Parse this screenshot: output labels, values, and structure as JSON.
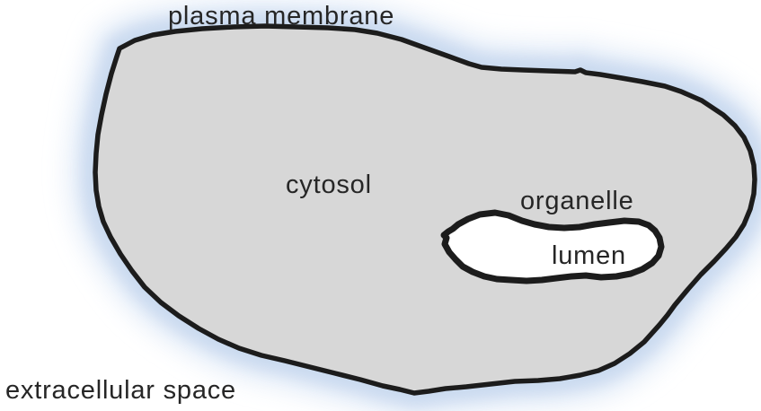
{
  "diagram": {
    "type": "cell structure diagram",
    "labels": {
      "plasma_membrane": "plasma membrane",
      "cytosol": "cytosol",
      "organelle": "organelle",
      "lumen": "lumen",
      "extracellular_space": "extracellular space"
    },
    "regions": [
      {
        "name": "extracellular space",
        "description": "white area outside the cell"
      },
      {
        "name": "cytosol",
        "description": "gray interior of the cell"
      },
      {
        "name": "organelle lumen",
        "description": "white interior of the organelle"
      }
    ]
  },
  "colors": {
    "background": "#ffffff",
    "cell_fill": "#d7d7d7",
    "membrane_stroke": "#1c1c1c",
    "organelle_fill": "#ffffff",
    "organelle_stroke": "#1c1c1c",
    "halo_outer": "#dfe9f7",
    "halo_inner": "#c6d7ee",
    "label_text": "#262626"
  }
}
